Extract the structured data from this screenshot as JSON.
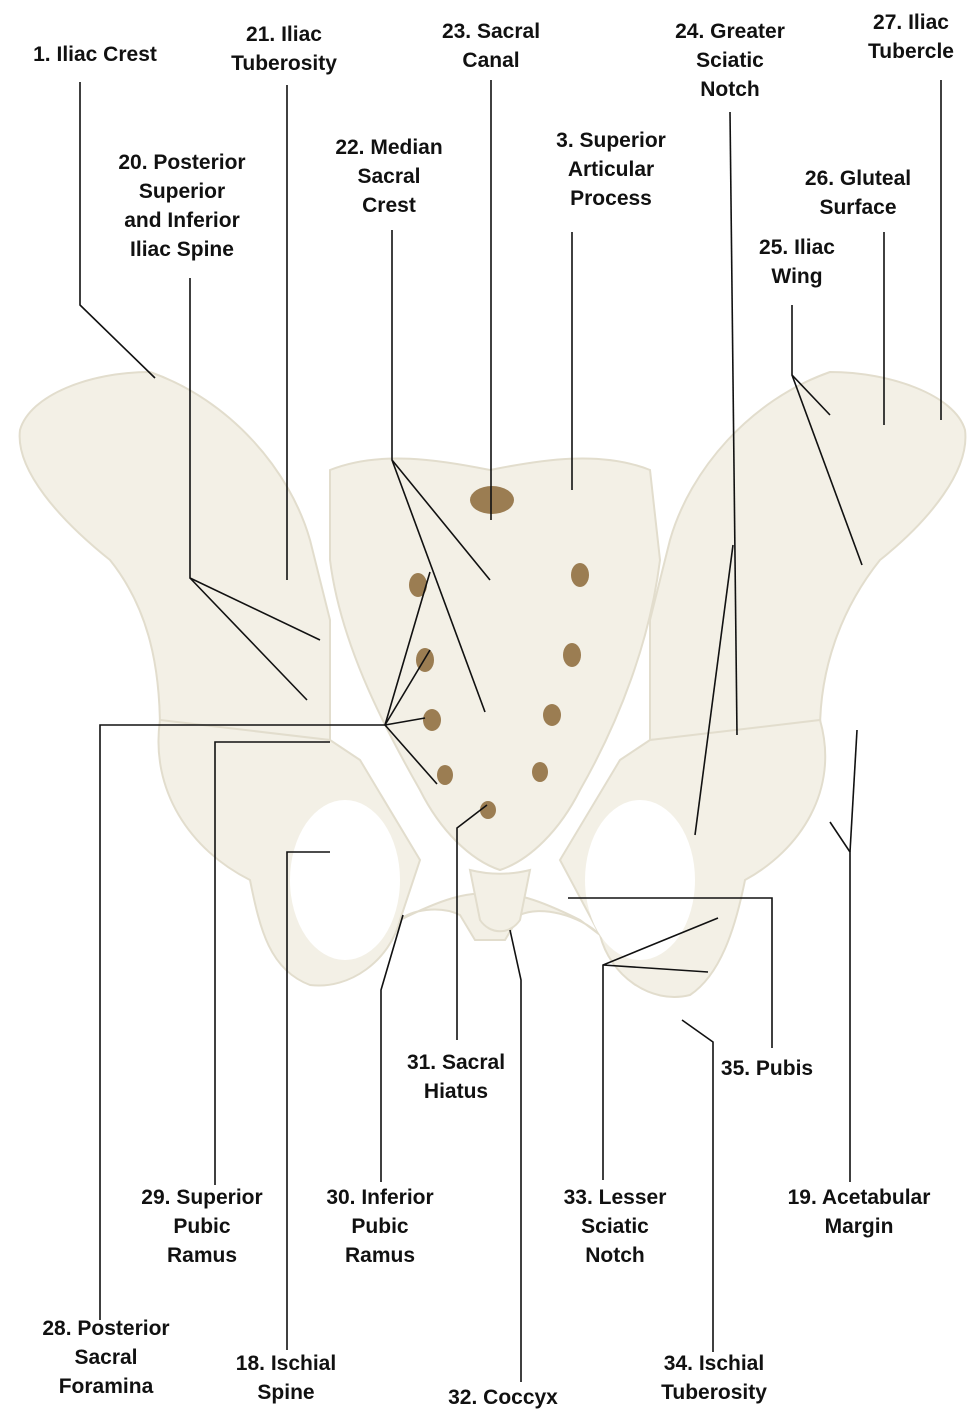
{
  "colors": {
    "bone": "#f3f0e6",
    "bone_shade": "#e2ddcd",
    "foramen": "#9b7d52",
    "line": "#111111",
    "text": "#111111"
  },
  "labels": {
    "l1": [
      "1. Iliac Crest"
    ],
    "l21": [
      "21. Iliac",
      "Tuberosity"
    ],
    "l23": [
      "23. Sacral",
      "Canal"
    ],
    "l24": [
      "24. Greater",
      "Sciatic",
      "Notch"
    ],
    "l27": [
      "27. Iliac",
      "Tubercle"
    ],
    "l20": [
      "20. Posterior",
      "Superior",
      "and Inferior",
      "Iliac Spine"
    ],
    "l22": [
      "22. Median",
      "Sacral",
      "Crest"
    ],
    "l3": [
      "3. Superior",
      "Articular",
      "Process"
    ],
    "l26": [
      "26. Gluteal",
      "Surface"
    ],
    "l25": [
      "25. Iliac",
      "Wing"
    ],
    "l31": [
      "31. Sacral",
      "Hiatus"
    ],
    "l35": [
      "35. Pubis"
    ],
    "l29": [
      "29. Superior",
      "Pubic",
      "Ramus"
    ],
    "l30": [
      "30. Inferior",
      "Pubic",
      "Ramus"
    ],
    "l33": [
      "33. Lesser",
      "Sciatic",
      "Notch"
    ],
    "l19": [
      "19. Acetabular",
      "Margin"
    ],
    "l28": [
      "28. Posterior",
      "Sacral",
      "Foramina"
    ],
    "l18": [
      "18. Ischial",
      "Spine"
    ],
    "l32": [
      "32. Coccyx"
    ],
    "l34": [
      "34. Ischial",
      "Tuberosity"
    ]
  }
}
